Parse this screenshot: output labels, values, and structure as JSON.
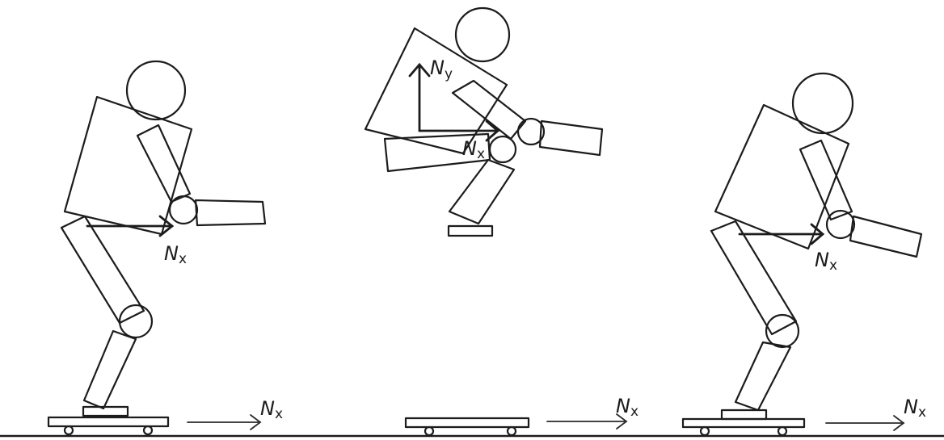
{
  "labels": {
    "fig1_person": "Nx",
    "fig1_board": "Nx",
    "fig2_y": "Ny",
    "fig2_x": "Nx",
    "fig2_board": "Nx",
    "fig3_person": "Nx",
    "fig3_board": "Nx"
  },
  "label_parts": {
    "x_main": "N",
    "x_sub": "x",
    "y_main": "N",
    "y_sub": "y"
  }
}
